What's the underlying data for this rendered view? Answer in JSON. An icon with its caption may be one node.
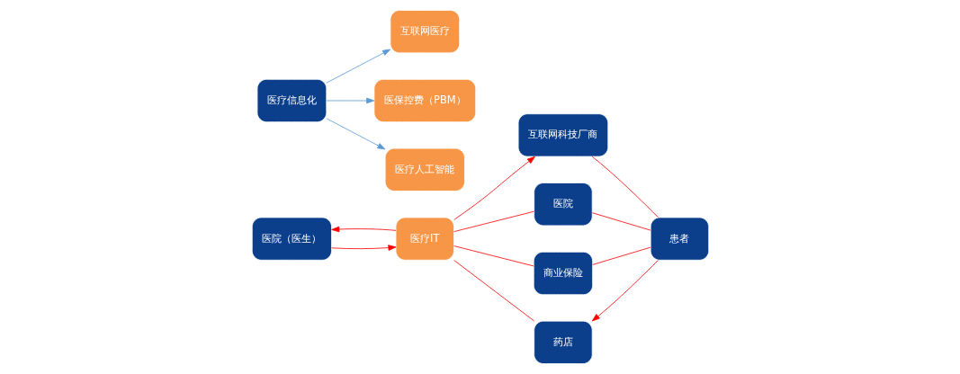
{
  "diagram": {
    "nodes": [
      {
        "text": [
          "医院（医生）"
        ]
      },
      {
        "text": [
          "医疗IT"
        ]
      },
      {
        "text": [
          "互联网科技厂商"
        ]
      },
      {
        "text": [
          "医院"
        ]
      },
      {
        "text": [
          "商业保险"
        ]
      },
      {
        "text": [
          "药店"
        ]
      },
      {
        "text": [
          "患者"
        ]
      },
      {
        "text": [
          "医疗信息化"
        ]
      },
      {
        "text": [
          "互联网医疗"
        ]
      },
      {
        "text": [
          "医保控费（PBM）"
        ]
      },
      {
        "text": [
          "医疗人工智能"
        ]
      }
    ],
    "edges": [
      {
        "from": 0,
        "to": 1,
        "arrow": "to",
        "color": "#ff0000"
      },
      {
        "from": 1,
        "to": 0,
        "arrow": "to",
        "color": "#ff0000"
      },
      {
        "from": 1,
        "to": 2,
        "arrow": "to",
        "color": "#ff0000"
      },
      {
        "from": 1,
        "to": 3,
        "arrow": "none",
        "color": "#ff0000"
      },
      {
        "from": 1,
        "to": 4,
        "arrow": "none",
        "color": "#ff0000"
      },
      {
        "from": 1,
        "to": 5,
        "arrow": "none",
        "color": "#ff0000"
      },
      {
        "from": 2,
        "to": 6,
        "arrow": "none",
        "color": "#ff0000"
      },
      {
        "from": 3,
        "to": 6,
        "arrow": "none",
        "color": "#ff0000"
      },
      {
        "from": 4,
        "to": 6,
        "arrow": "none",
        "color": "#ff0000"
      },
      {
        "from": 6,
        "to": 5,
        "arrow": "to",
        "color": "#ff0000"
      },
      {
        "from": 7,
        "to": 8,
        "arrow": "to",
        "color": "#5b9bd5"
      },
      {
        "from": 7,
        "to": 9,
        "arrow": "to",
        "color": "#5b9bd5"
      },
      {
        "from": 7,
        "to": 10,
        "arrow": "to",
        "color": "#5b9bd5"
      }
    ]
  }
}
